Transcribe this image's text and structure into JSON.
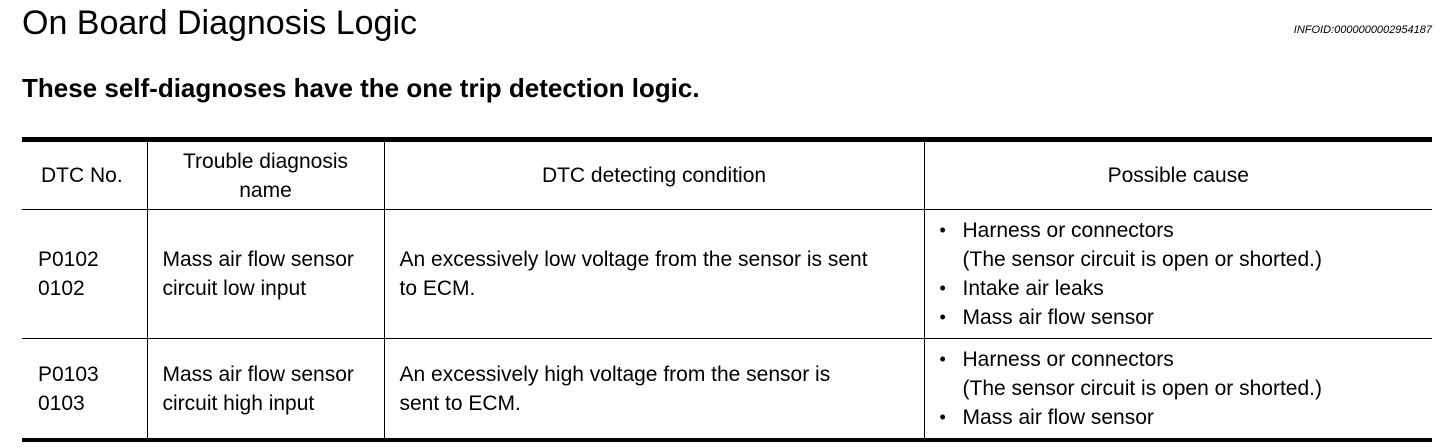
{
  "page": {
    "title": "On Board Diagnosis Logic",
    "info_id": "INFOID:0000000002954187",
    "subtitle": "These self-diagnoses have the one trip detection logic."
  },
  "table": {
    "headers": {
      "dtc_no": "DTC No.",
      "trouble_name_line1": "Trouble diagnosis",
      "trouble_name_line2": "name",
      "condition": "DTC detecting condition",
      "cause": "Possible cause"
    },
    "rows": [
      {
        "code_line1": "P0102",
        "code_line2": "0102",
        "name_line1": "Mass air flow sensor",
        "name_line2": "circuit low input",
        "condition_line1": "An excessively low voltage from the sensor is sent",
        "condition_line2": "to ECM.",
        "causes": [
          {
            "main": "Harness or connectors",
            "sub": "(The sensor circuit is open or shorted.)"
          },
          {
            "main": "Intake air leaks"
          },
          {
            "main": "Mass air flow sensor"
          }
        ]
      },
      {
        "code_line1": "P0103",
        "code_line2": "0103",
        "name_line1": "Mass air flow sensor",
        "name_line2": "circuit high input",
        "condition_line1": "An excessively high voltage from the sensor is",
        "condition_line2": "sent to ECM.",
        "causes": [
          {
            "main": "Harness or connectors",
            "sub": "(The sensor circuit is open or shorted.)"
          },
          {
            "main": "Mass air flow sensor"
          }
        ]
      }
    ]
  }
}
